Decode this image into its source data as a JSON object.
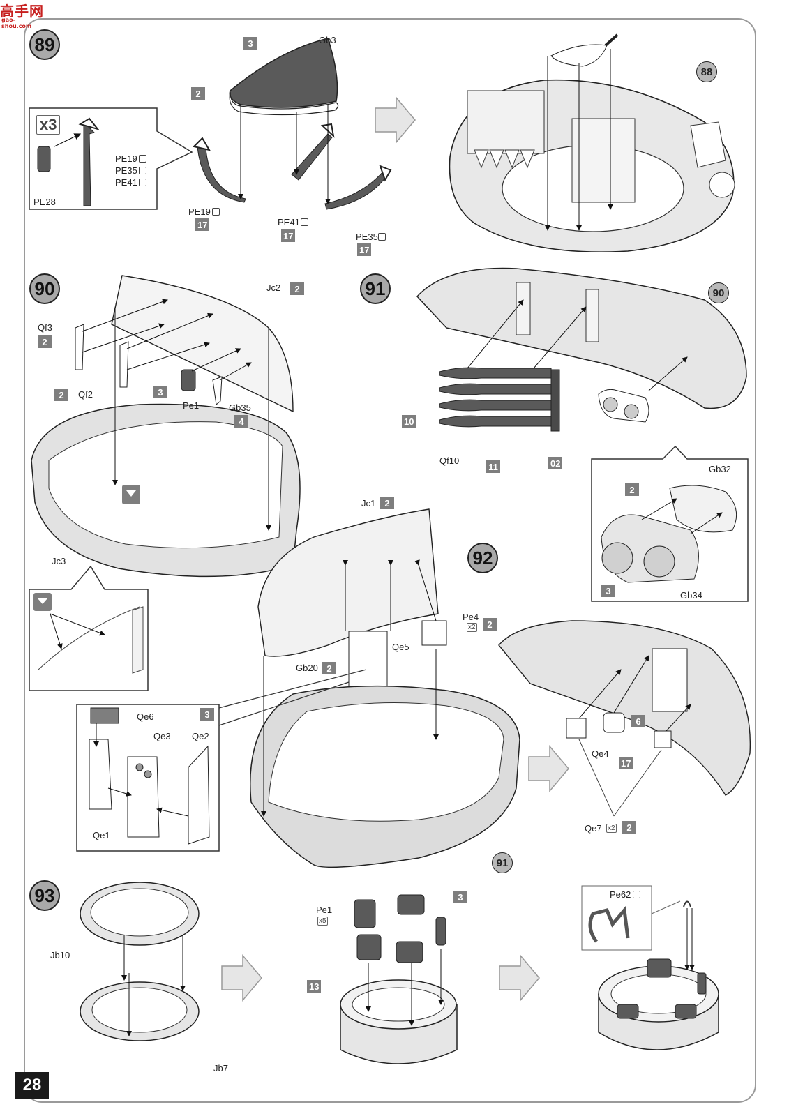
{
  "site_logo": {
    "text": "高手网",
    "sub": "gao-shou.com"
  },
  "page_number": "28",
  "steps": {
    "s89": "89",
    "s90": "90",
    "s91": "91",
    "s92": "92",
    "s93": "93"
  },
  "refs": {
    "r88": "88",
    "r90": "90",
    "r91": "91"
  },
  "multipliers": {
    "x3_inset": "x3",
    "x2_pe4": "x2",
    "x5_pe1": "x5",
    "x2_qe7": "x2"
  },
  "parts": {
    "gb3": "Gb3",
    "pe28": "PE28",
    "pe19_inset": "PE19",
    "pe35_inset": "PE35",
    "pe41_inset": "PE41",
    "pe19": "PE19",
    "pe41": "PE41",
    "pe35": "PE35",
    "jc2": "Jc2",
    "qf3": "Qf3",
    "qf2": "Qf2",
    "pe1": "Pe1",
    "gb35": "Gb35",
    "jc3": "Jc3",
    "qf10": "Qf10",
    "gb32": "Gb32",
    "gb34": "Gb34",
    "jc1": "Jc1",
    "pe4": "Pe4",
    "qe5": "Qe5",
    "gb20": "Gb20",
    "qe6": "Qe6",
    "qe3": "Qe3",
    "qe2": "Qe2",
    "qe1": "Qe1",
    "qe4": "Qe4",
    "qe7": "Qe7",
    "jb10": "Jb10",
    "jb7": "Jb7",
    "pe1_93": "Pe1",
    "pe62": "Pe62"
  },
  "colour_codes": {
    "c3_gb3": "3",
    "c2_gb3": "2",
    "c17_pe19": "17",
    "c17_pe41": "17",
    "c17_pe35": "17",
    "c2_jc2": "2",
    "c2_qf3": "2",
    "c2_qf2": "2",
    "c3_pe1": "3",
    "c4_gb35": "4",
    "c10": "10",
    "c11": "11",
    "c02": "02",
    "c2_gb32": "2",
    "c3_gb34": "3",
    "c2_jc1": "2",
    "c2_pe4": "2",
    "c2_gb20": "2",
    "c3_qe": "3",
    "c6_qe4": "6",
    "c17_qe4": "17",
    "c2_qe7": "2",
    "c3_93": "3",
    "c13_93": "13"
  },
  "colors": {
    "part_grey": "#d9d9d9",
    "dark_part": "#5a5a5a",
    "code_box": "#7e7e7e",
    "arrow_fill": "#e6e6e6"
  }
}
